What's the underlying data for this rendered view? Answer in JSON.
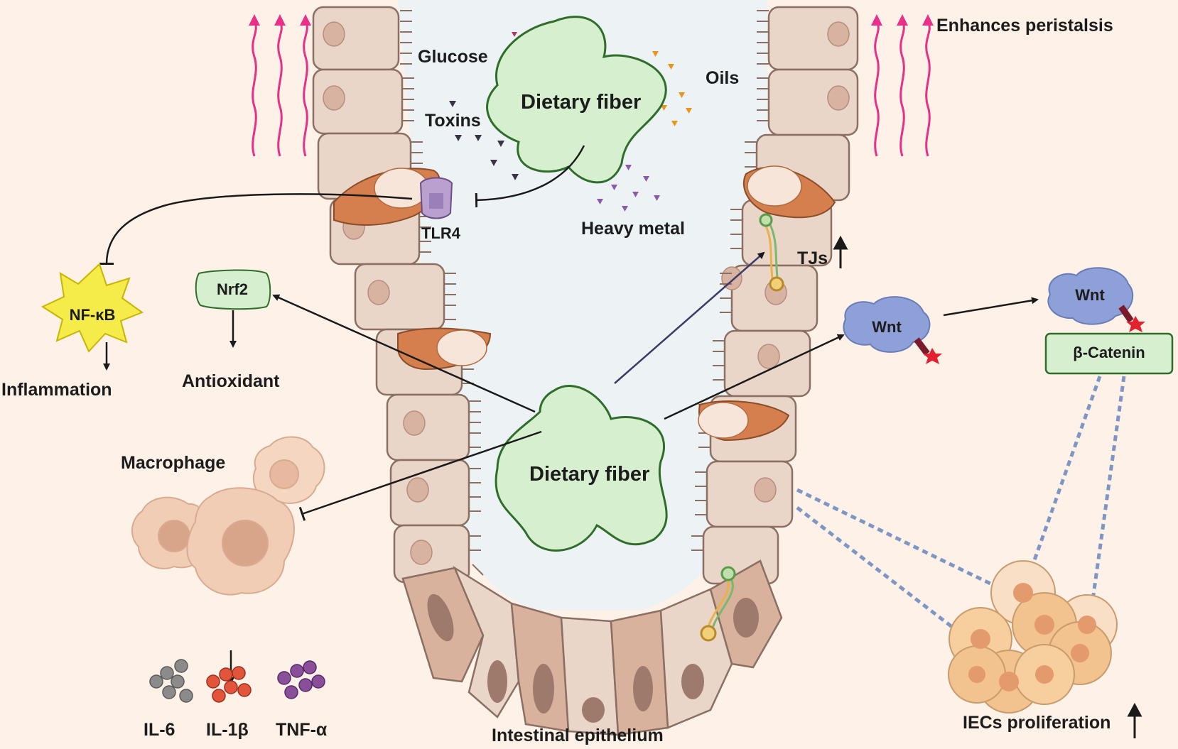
{
  "labels": {
    "enhances_peristalsis": "Enhances peristalsis",
    "glucose": "Glucose",
    "oils": "Oils",
    "toxins": "Toxins",
    "dietary_fiber_top": "Dietary fiber",
    "heavy_metal": "Heavy metal",
    "tlr4": "TLR4",
    "tjs": "TJs",
    "nf_kb": "NF-κB",
    "inflammation": "Inflammation",
    "nrf2": "Nrf2",
    "antioxidant": "Antioxidant",
    "wnt_left": "Wnt",
    "wnt_right": "Wnt",
    "beta_catenin": "β-Catenin",
    "dietary_fiber_center": "Dietary fiber",
    "macrophage": "Macrophage",
    "il6": "IL-6",
    "il1b": "IL-1β",
    "tnfa": "TNF-α",
    "intestinal_epithelium": "Intestinal epithelium",
    "iecs_proliferation": "IECs proliferation"
  },
  "colors": {
    "background": "#fdf1e8",
    "lumen": "#edf3f5",
    "cell_fill": "#ead6c9",
    "cell_stroke": "#8a6f62",
    "goblet": "#d47f4d",
    "fiber_fill": "#d6efcf",
    "fiber_stroke": "#2f6d2a",
    "wnt": "#8ea0d8",
    "wave": "#e8308a",
    "proliferation": "#f2c38f",
    "dashed": "#7f96c4",
    "macrophage": "#f2cdb5"
  },
  "icons": [
    "pink-wave-arrow-icon",
    "nucleus-icon",
    "goblet-cell-icon",
    "tight-junction-icon",
    "tlr4-receptor-icon",
    "nfkb-star-icon",
    "wnt-protein-icon",
    "macrophage-cell-icon",
    "cytokine-cluster-icon",
    "up-arrow-icon"
  ]
}
